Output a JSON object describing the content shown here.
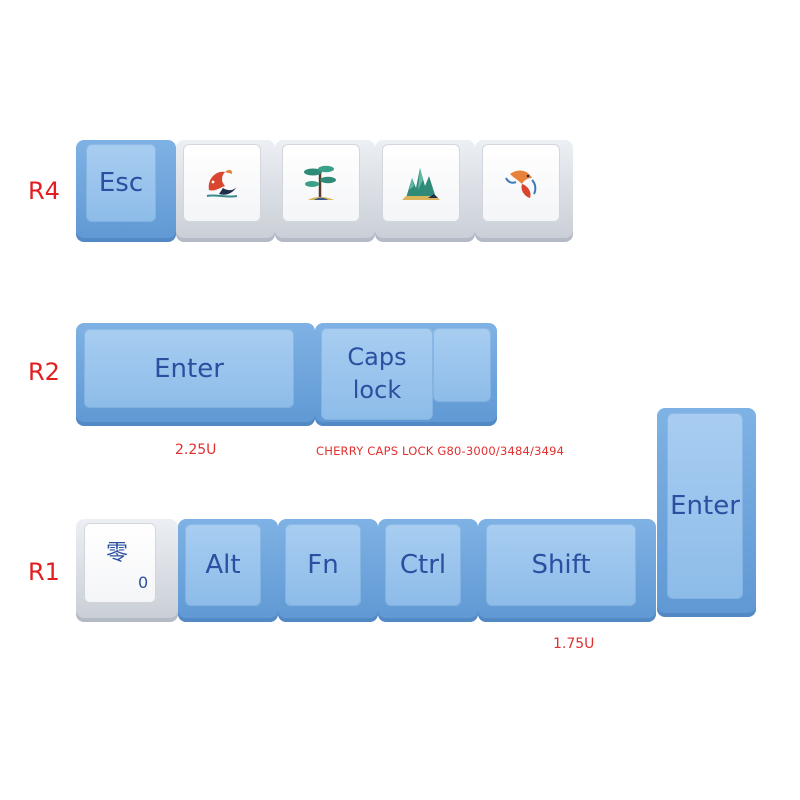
{
  "rows": {
    "r4": {
      "label": "R4",
      "keys": [
        "Esc"
      ]
    },
    "r2": {
      "label": "R2",
      "keys": [
        "Enter",
        "Caps lock"
      ]
    },
    "r1": {
      "label": "R1",
      "keys": [
        "零",
        "0",
        "Alt",
        "Fn",
        "Ctrl",
        "Shift"
      ]
    }
  },
  "keys": {
    "esc": "Esc",
    "enter_r2": "Enter",
    "caps_line1": "Caps",
    "caps_line2": "lock",
    "zero_char": "零",
    "zero_digit": "0",
    "alt": "Alt",
    "fn": "Fn",
    "ctrl": "Ctrl",
    "shift": "Shift",
    "enter_vertical": "Enter"
  },
  "annotations": {
    "enter_size": "2.25U",
    "caps_note": "CHERRY CAPS LOCK G80-3000/3484/3494",
    "shift_size": "1.75U"
  },
  "artwork": [
    "koi-fish-art",
    "pine-tree-art",
    "mountain-landscape-art",
    "koi-fish-art"
  ],
  "colors": {
    "keycap_blue": "#8dbce9",
    "keycap_white": "#f4f5f7",
    "legend": "#2c4fa0",
    "label_red": "#e02020"
  }
}
